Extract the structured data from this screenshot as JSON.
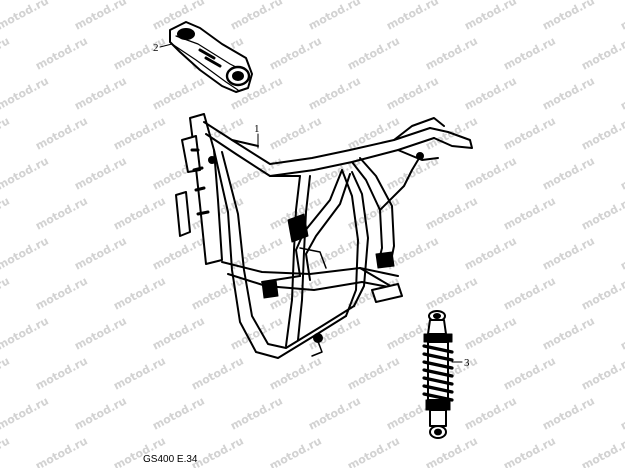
{
  "watermark": {
    "text": "motod.ru",
    "color": "#d2d2d2"
  },
  "callouts": [
    {
      "id": "1",
      "label": "1"
    },
    {
      "id": "2",
      "label": "2"
    },
    {
      "id": "3",
      "label": "3"
    }
  ],
  "diagram_code": "GS400 E.34"
}
